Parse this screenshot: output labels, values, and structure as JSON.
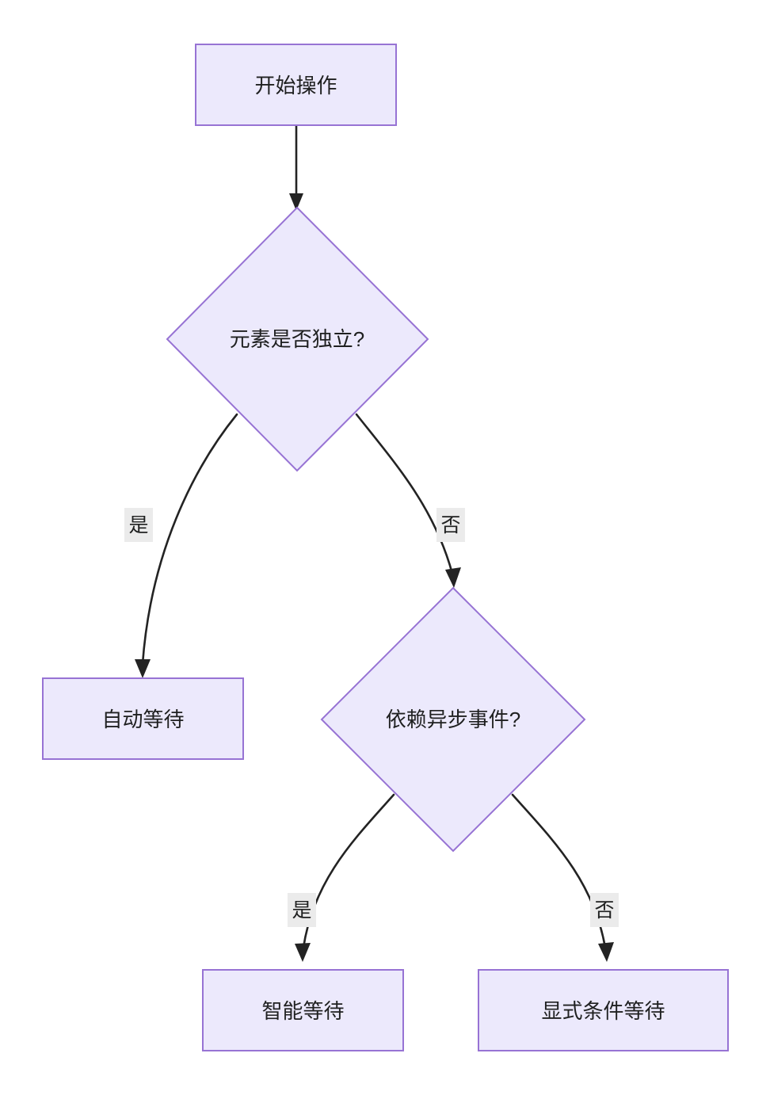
{
  "diagram": {
    "type": "flowchart",
    "direction": "top-down",
    "background_color": "#ffffff",
    "node_fill_color": "#ece9fc",
    "node_border_color": "#9773d4",
    "edge_color": "#232323",
    "edge_label_background": "#ebebeb",
    "text_color": "#1f2020",
    "nodes": [
      {
        "id": "start",
        "label": "开始操作",
        "shape": "rectangle"
      },
      {
        "id": "decision1",
        "label": "元素是否独立?",
        "shape": "diamond"
      },
      {
        "id": "auto",
        "label": "自动等待",
        "shape": "rectangle"
      },
      {
        "id": "decision2",
        "label": "依赖异步事件?",
        "shape": "diamond"
      },
      {
        "id": "smart",
        "label": "智能等待",
        "shape": "rectangle"
      },
      {
        "id": "explicit",
        "label": "显式条件等待",
        "shape": "rectangle"
      }
    ],
    "edges": [
      {
        "from": "start",
        "to": "decision1",
        "label": ""
      },
      {
        "from": "decision1",
        "to": "auto",
        "label": "是"
      },
      {
        "from": "decision1",
        "to": "decision2",
        "label": "否"
      },
      {
        "from": "decision2",
        "to": "smart",
        "label": "是"
      },
      {
        "from": "decision2",
        "to": "explicit",
        "label": "否"
      }
    ]
  }
}
